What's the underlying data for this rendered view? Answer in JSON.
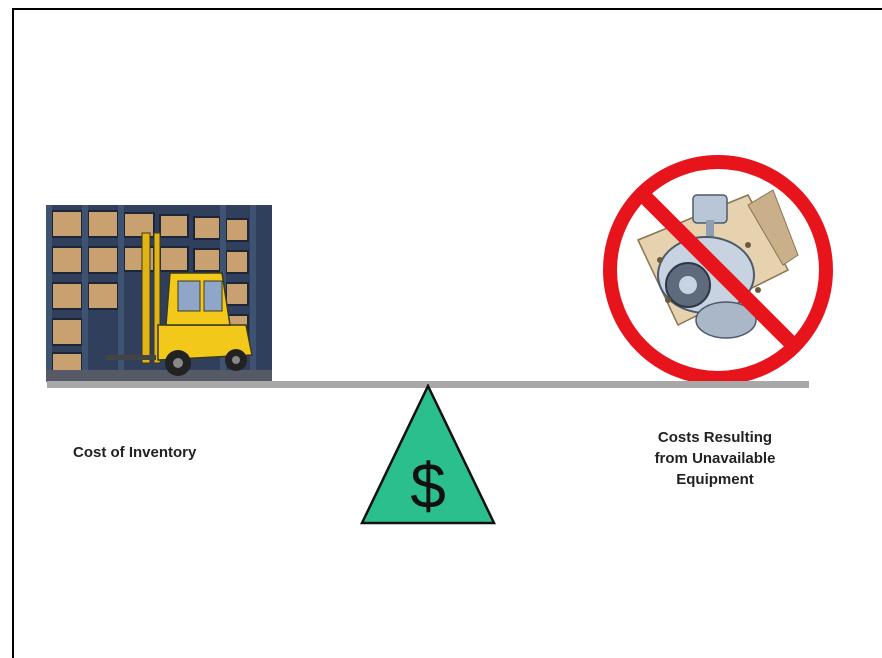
{
  "left_label": "Cost of Inventory",
  "right_label_lines": [
    "Costs Resulting",
    "from Unavailable",
    "Equipment"
  ],
  "fulcrum_symbol": "$",
  "colors": {
    "beam": "#a8a8a8",
    "fulcrum_fill": "#2bbf8e",
    "prohibition_red": "#e8141c",
    "forklift_yellow": "#f2c81a",
    "shelving_blue": "#3e5272",
    "box_tan": "#c9a070"
  },
  "icons": {
    "left": "warehouse-forklift-icon",
    "right": "prohibited-equipment-icon"
  }
}
